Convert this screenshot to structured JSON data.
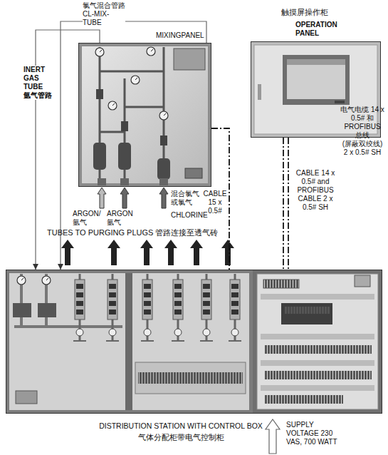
{
  "diagram": {
    "nodes": [
      {
        "text": [
          "MIXINGPANEL"
        ]
      },
      {
        "text": [
          "触摸屏操作柜",
          "OPERATION PANEL"
        ]
      },
      {
        "text": [
          "DISTRIBUTION STATION WITH CONTROL BOX",
          "气体分配柜带电气控制柜"
        ]
      }
    ],
    "edges": [
      {
        "from": 0,
        "to": 2,
        "arrow": "to",
        "label": "氯气混合管路 CL-MIX-TUBE"
      },
      {
        "from": 0,
        "to": 2,
        "arrow": "to",
        "label": "INERT GAS TUBE 氩气管路"
      },
      {
        "from": 0,
        "to": 2,
        "arrow": "none",
        "label": "CABLE 15 x 0.5#"
      },
      {
        "from": 1,
        "to": 2,
        "arrow": "none",
        "label": "CABLE 14 x 0.5# and PROFIBUS CABLE 2 x 0.5# SH"
      }
    ],
    "labels": [
      "ARGON/ 氩气",
      "ARGON 氩气",
      "混合氯气 或氯气",
      "CHLORINE",
      "TUBES TO PURGING PLUGS 管路连接至透气砖",
      "电气电缆 14 x 0.5# 和 PROFIBUS 总线 (屏蔽双绞线) 2 x 0.5# SH",
      "SUPPLY VOLTAGE 230 VAS, 700 WATT"
    ]
  }
}
